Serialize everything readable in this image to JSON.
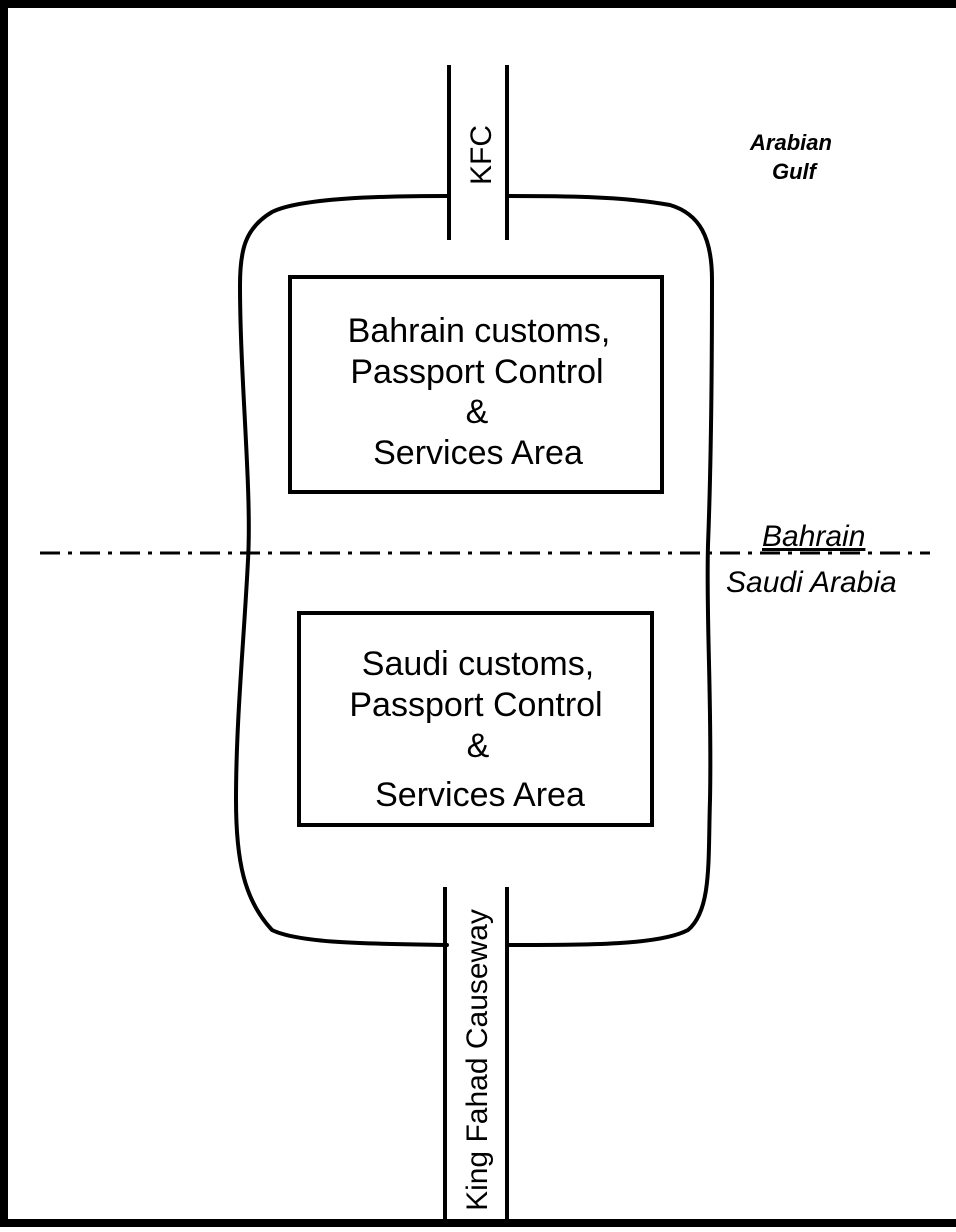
{
  "labels": {
    "north_road": "KFC",
    "south_road": "King Fahad Causeway",
    "sea_line1": "Arabian",
    "sea_line2": "Gulf",
    "border_north": "Bahrain",
    "border_south": "Saudi Arabia"
  },
  "bahrain_area": {
    "line1": "Bahrain customs,",
    "line2": "Passport Control",
    "line3": "&",
    "line4": "Services Area"
  },
  "saudi_area": {
    "line1": "Saudi customs,",
    "line2": "Passport Control",
    "line3": "&",
    "line4": "Services Area"
  },
  "colors": {
    "line": "#000000",
    "background": "#ffffff"
  }
}
